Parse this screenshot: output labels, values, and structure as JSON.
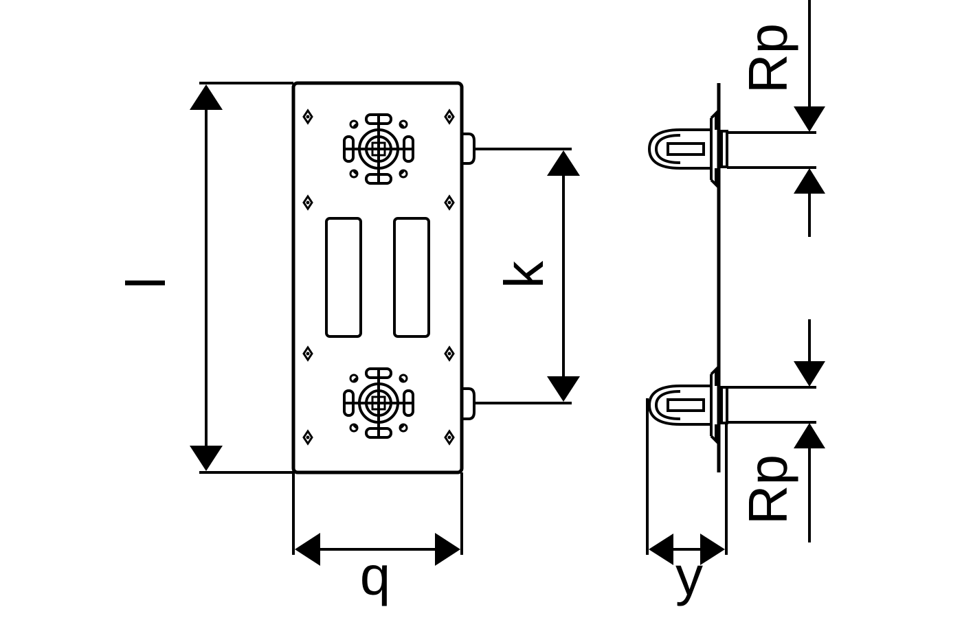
{
  "labels": {
    "length": "l",
    "width": "q",
    "spacing": "k",
    "thread_top": "Rp",
    "thread_bottom": "Rp",
    "depth": "y"
  },
  "colors": {
    "line": "#000000",
    "background": "#ffffff"
  }
}
